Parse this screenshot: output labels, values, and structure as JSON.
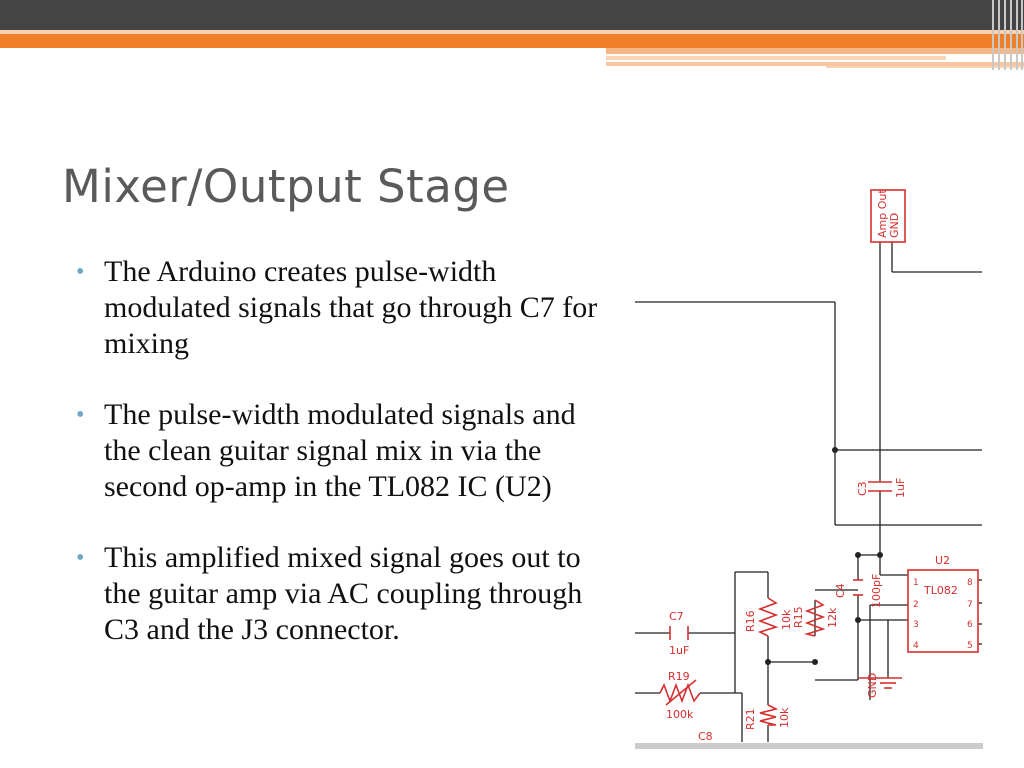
{
  "slide": {
    "title": "Mixer/Output Stage",
    "bullets": [
      "The Arduino creates pulse-width modulated signals that go through C7 for mixing",
      "The pulse-width modulated signals and the clean guitar signal mix in via the second op-amp in the TL082 IC (U2)",
      "This amplified mixed signal goes out to the guitar amp via AC coupling through C3 and the J3 connector."
    ],
    "theme_colors": {
      "top_bar": "#444444",
      "accent": "#f07f2a",
      "bullet": "#6fa8c4",
      "schematic_parts": "#d62f2f"
    }
  },
  "schematic": {
    "connector_label_1": "Amp Out",
    "connector_label_2": "GND",
    "c3_label": "C3",
    "c3_value": "1uF",
    "c4_label": "C4",
    "c4_value": "100pF",
    "u2_label": "U2",
    "u2_part": "TL082",
    "pins_left": [
      "1",
      "2",
      "3",
      "4"
    ],
    "pins_right": [
      "8",
      "7",
      "6",
      "5"
    ],
    "r16_label": "R16",
    "r16_value": "10k",
    "r15_label": "R15",
    "r15_value": "12k",
    "c7_label": "C7",
    "c7_value": "1uF",
    "r19_label": "R19",
    "r19_value": "100k",
    "r21_label": "R21",
    "r21_value": "10k",
    "c8_label": "C8",
    "gnd_label": "GND"
  }
}
